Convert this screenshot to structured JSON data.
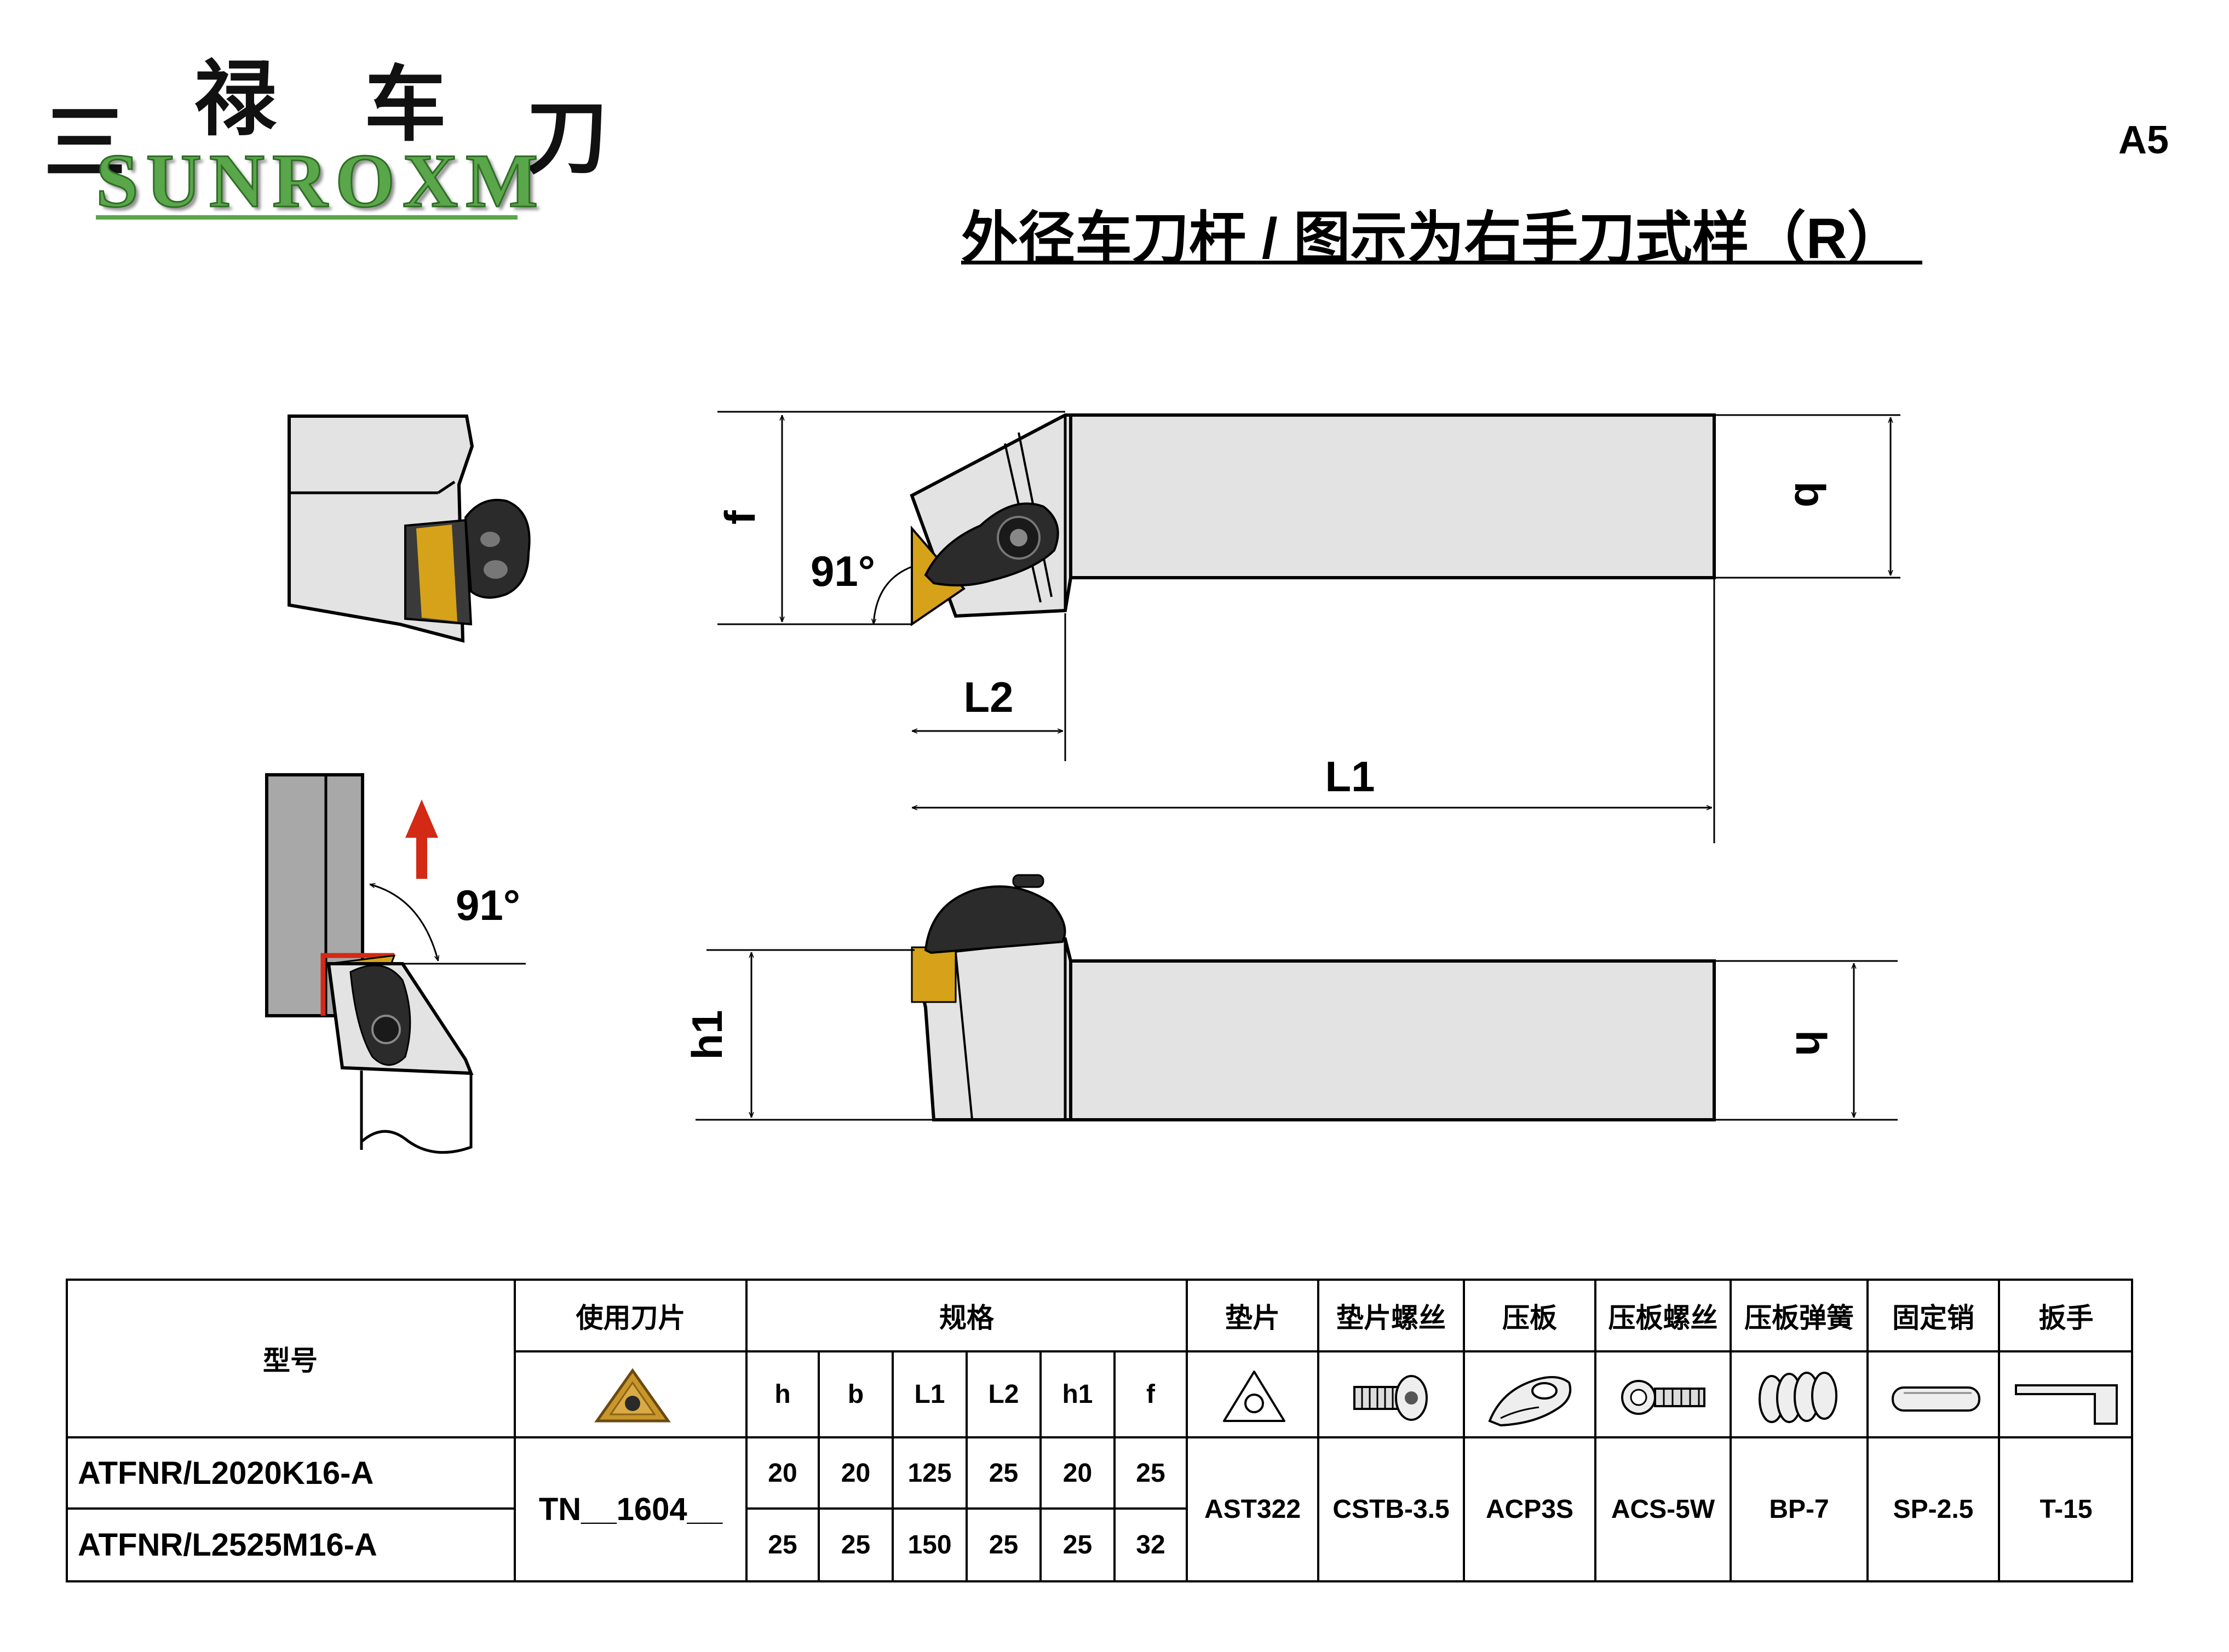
{
  "brand": {
    "chinese_chars": [
      "三",
      "禄",
      "车",
      "刀"
    ],
    "english": "SUNROXM"
  },
  "page_code": "A5",
  "title": "外径车刀杆 / 图示为右手刀式样（R）",
  "drawing": {
    "labels": {
      "f": "f",
      "b": "b",
      "angle_top": "91°",
      "angle_side": "91°",
      "L1": "L1",
      "L2": "L2",
      "h1": "h1",
      "h": "h"
    },
    "colors": {
      "body": "#e3e3e3",
      "insert": "#d6a21a",
      "clamp": "#2b2b2b",
      "arrow": "#d22a14",
      "side_bar": "#a8a8a8"
    }
  },
  "table": {
    "headers": {
      "model": "型号",
      "insert": "使用刀片",
      "spec": "规格",
      "shim": "垫片",
      "shim_screw": "垫片螺丝",
      "clamp": "压板",
      "clamp_screw": "压板螺丝",
      "clamp_spring": "压板弹簧",
      "pin": "固定销",
      "wrench": "扳手"
    },
    "spec_columns": [
      "h",
      "b",
      "L1",
      "L2",
      "h1",
      "f"
    ],
    "rows": [
      {
        "model": "ATFNR/L2020K16-A",
        "values": [
          "20",
          "20",
          "125",
          "25",
          "20",
          "25"
        ]
      },
      {
        "model": "ATFNR/L2525M16-A",
        "values": [
          "25",
          "25",
          "150",
          "25",
          "25",
          "32"
        ]
      }
    ],
    "insert_code": "TN__1604__",
    "parts": {
      "shim": "AST322",
      "shim_screw": "CSTB-3.5",
      "clamp": "ACP3S",
      "clamp_screw": "ACS-5W",
      "clamp_spring": "BP-7",
      "pin": "SP-2.5",
      "wrench": "T-15"
    },
    "icons": [
      "insert-icon",
      "shim-icon",
      "shim-screw-icon",
      "clamp-icon",
      "clamp-screw-icon",
      "spring-icon",
      "pin-icon",
      "wrench-icon"
    ]
  }
}
